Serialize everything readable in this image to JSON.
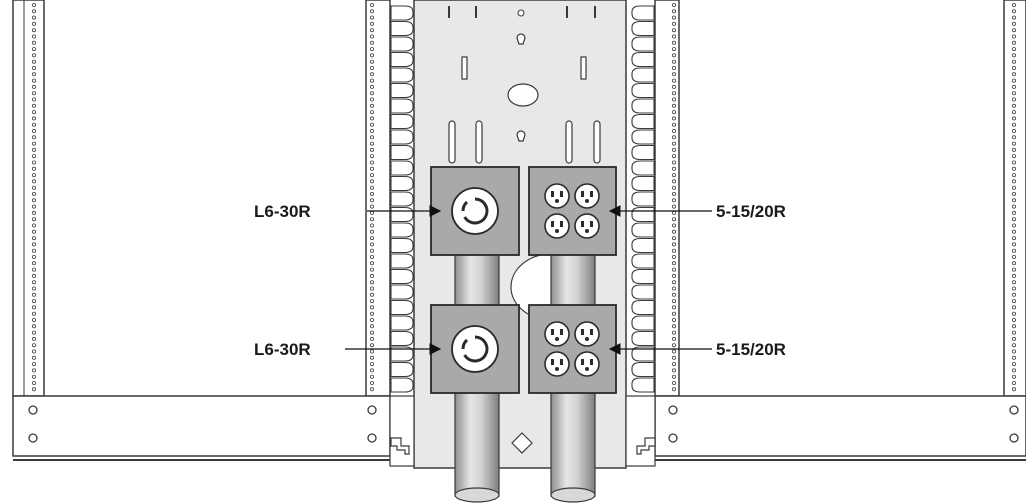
{
  "labels": {
    "top_left": "L6-30R",
    "bottom_left": "L6-30R",
    "top_right": "5-15/20R",
    "bottom_right": "5-15/20R"
  },
  "colors": {
    "outline": "#3a3a3a",
    "rail_fill": "#ffffff",
    "panel_fill": "#e8e8e8",
    "box_fill": "#a9a9a9",
    "conduit_light": "#e6e6e6",
    "conduit_dark": "#8d8d8d",
    "label_text": "#1a1a1a"
  }
}
